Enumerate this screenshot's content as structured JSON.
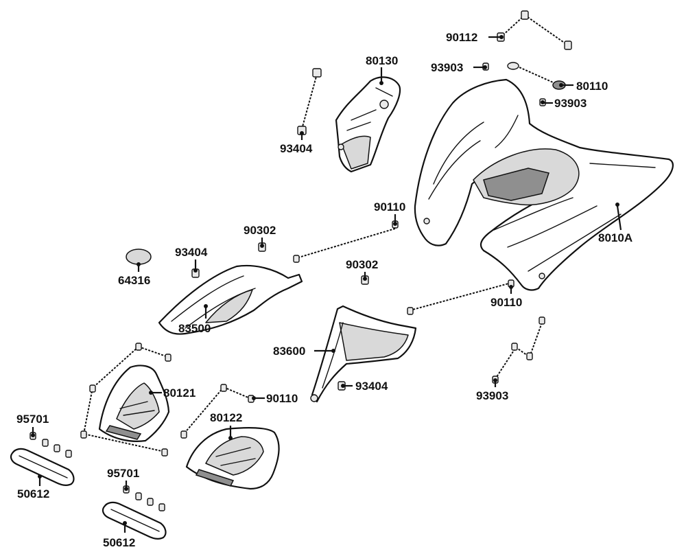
{
  "labels": {
    "p90112": "90112",
    "p93903_a": "93903",
    "p80110": "80110",
    "p93903_b": "93903",
    "p80130": "80130",
    "p93404_a": "93404",
    "p90110_a": "90110",
    "p8010A": "8010A",
    "p90302_a": "90302",
    "p93404_b": "93404",
    "p64316": "64316",
    "p83500": "83500",
    "p90302_b": "90302",
    "p90110_b": "90110",
    "p83600": "83600",
    "p93903_c": "93903",
    "p93404_c": "93404",
    "p80121": "80121",
    "p90110_c": "90110",
    "p80122": "80122",
    "p95701_a": "95701",
    "p50612_a": "50612",
    "p95701_b": "95701",
    "p50612_b": "50612"
  }
}
